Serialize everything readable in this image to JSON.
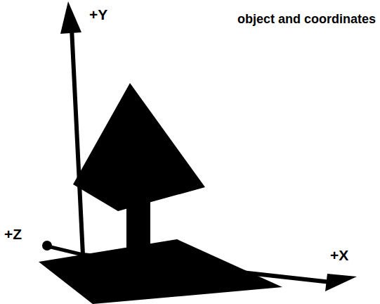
{
  "diagram": {
    "title": "object and coordinates",
    "labels": [
      "+Y",
      "+Z",
      "+X"
    ]
  }
}
